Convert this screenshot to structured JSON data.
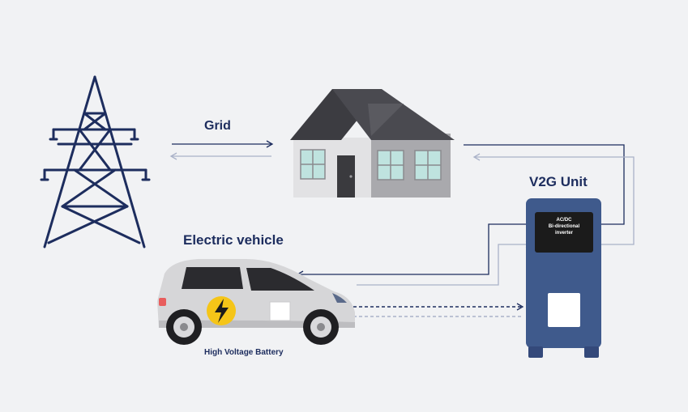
{
  "labels": {
    "grid": "Grid",
    "electric_vehicle": "Electric vehicle",
    "v2g_unit": "V2G Unit",
    "inverter_line1": "AC/DC",
    "inverter_line2": "Bi-directional",
    "inverter_line3": "inverter",
    "battery": "High Voltage Battery"
  },
  "colors": {
    "background": "#f1f2f4",
    "navy": "#1d2d5e",
    "unit_blue": "#3f5a8c",
    "inverter_black": "#1b1b1b",
    "roof": "#3c3c41",
    "wall": "#cfcfd1",
    "window": "#bfe3df",
    "bolt_yellow": "#f5c518",
    "line_light": "#aab2c8"
  },
  "icons": [
    "transmission-tower-icon",
    "house-icon",
    "electric-car-icon",
    "lightning-bolt-icon"
  ]
}
